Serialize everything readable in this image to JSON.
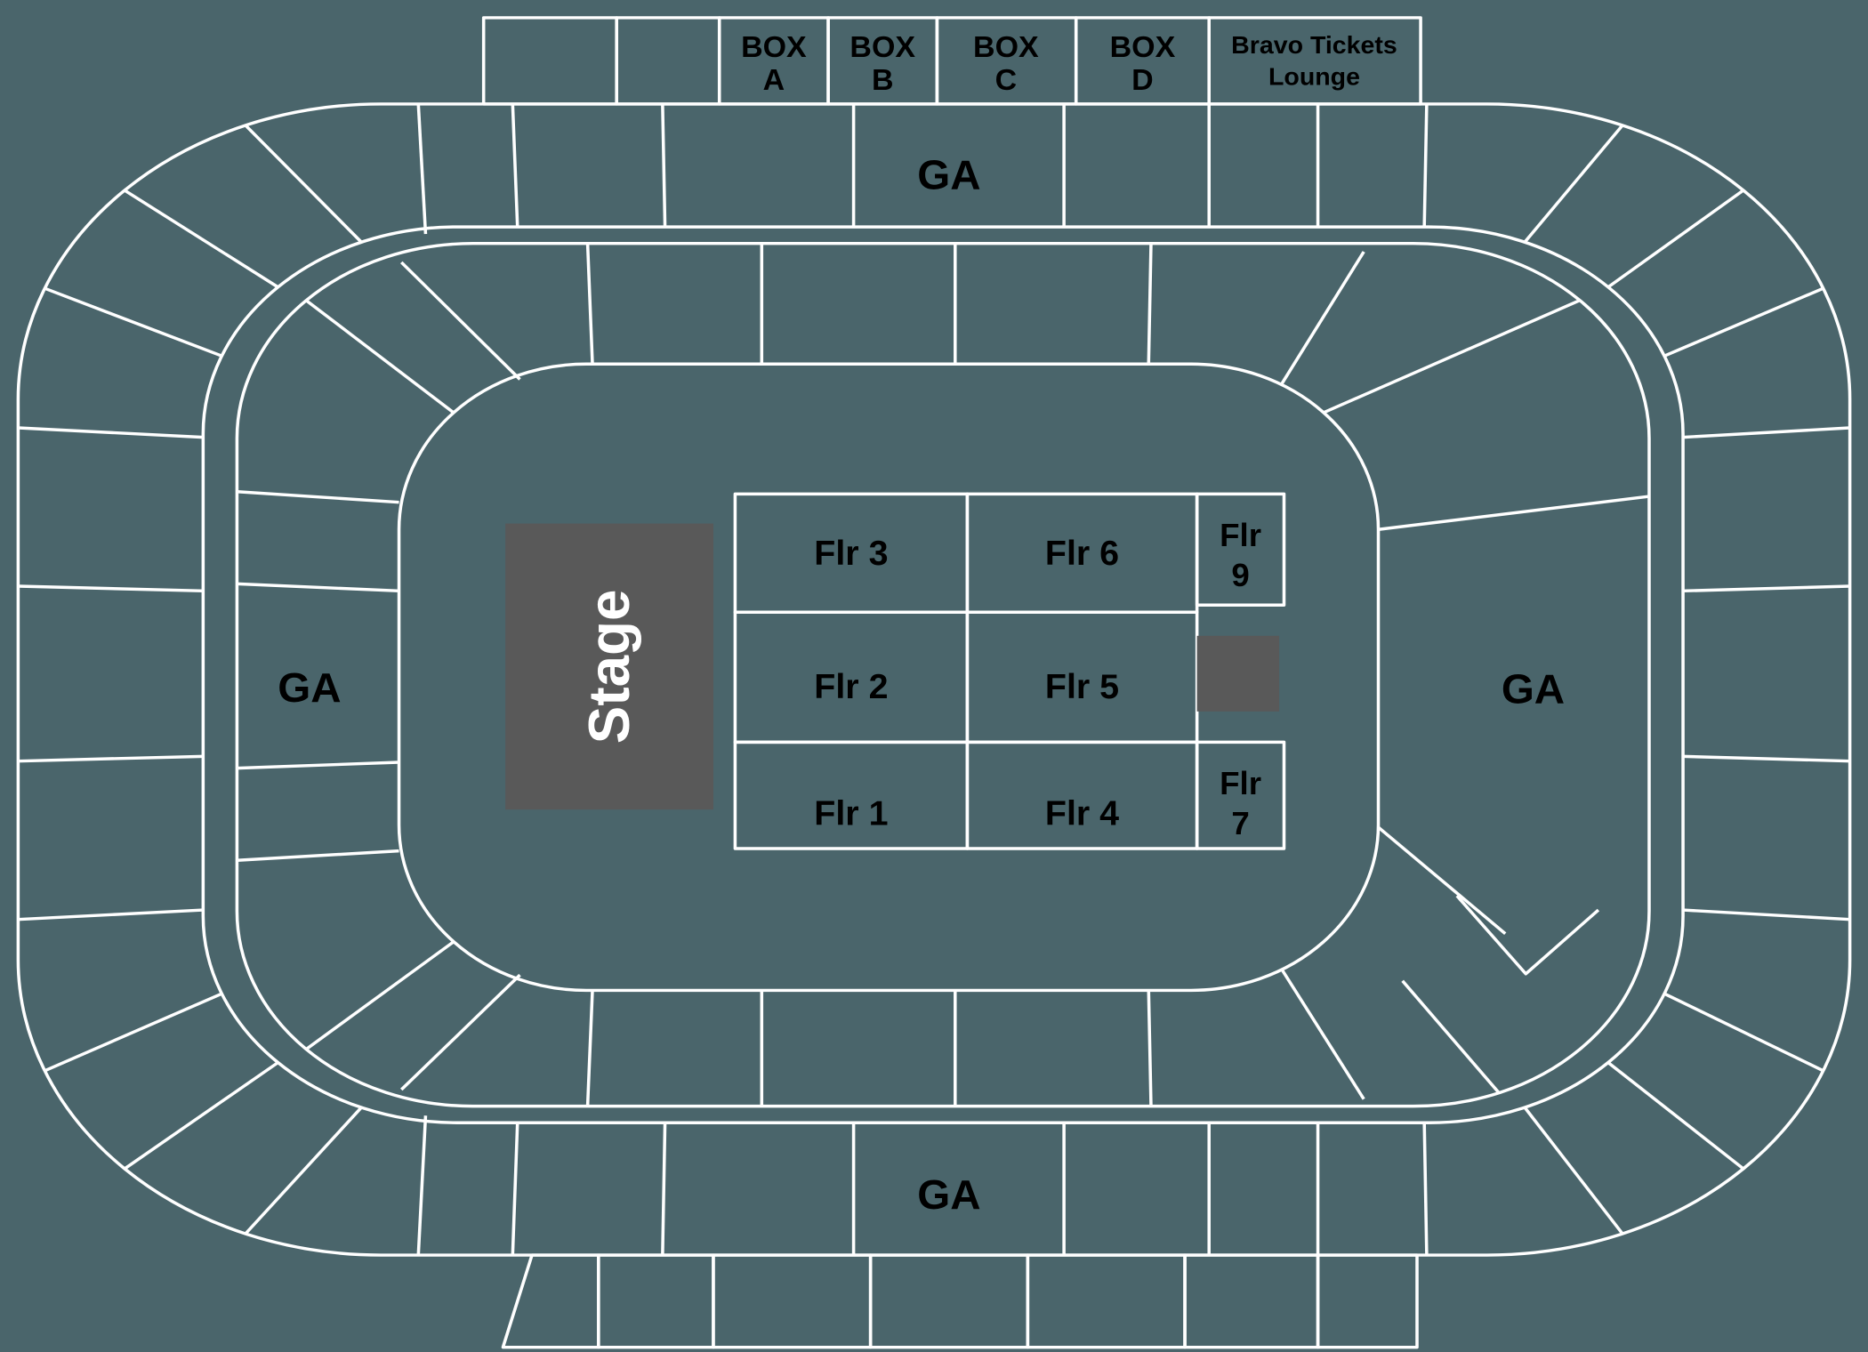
{
  "colors": {
    "background": "#4a656b",
    "line": "#ffffff",
    "stage_fill": "#595959",
    "label": "#000000",
    "stage_label": "#ffffff"
  },
  "suite_boxes": [
    {
      "line1": "BOX",
      "line2": "A"
    },
    {
      "line1": "BOX",
      "line2": "B"
    },
    {
      "line1": "BOX",
      "line2": "C"
    },
    {
      "line1": "BOX",
      "line2": "D"
    },
    {
      "line1": "Bravo Tickets",
      "line2": "Lounge"
    }
  ],
  "ga": {
    "top": "GA",
    "left": "GA",
    "right": "GA",
    "bottom": "GA"
  },
  "stage_label": "Stage",
  "floor_sections": {
    "flr1": "Flr 1",
    "flr2": "Flr 2",
    "flr3": "Flr 3",
    "flr4": "Flr 4",
    "flr5": "Flr 5",
    "flr6": "Flr 6",
    "flr7": {
      "line1": "Flr",
      "line2": "7"
    },
    "flr9": {
      "line1": "Flr",
      "line2": "9"
    }
  }
}
